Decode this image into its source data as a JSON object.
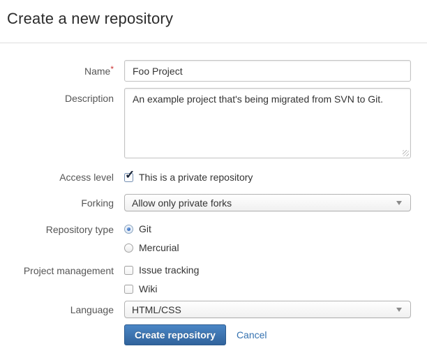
{
  "page": {
    "title": "Create a new repository"
  },
  "form": {
    "name": {
      "label": "Name",
      "required_mark": "*",
      "value": "Foo Project"
    },
    "description": {
      "label": "Description",
      "value": "An example project that's being migrated from SVN to Git."
    },
    "access_level": {
      "label": "Access level",
      "option_label": "This is a private repository",
      "checked": true
    },
    "forking": {
      "label": "Forking",
      "selected": "Allow only private forks"
    },
    "repository_type": {
      "label": "Repository type",
      "options": [
        {
          "label": "Git",
          "selected": true
        },
        {
          "label": "Mercurial",
          "selected": false
        }
      ]
    },
    "project_management": {
      "label": "Project management",
      "options": [
        {
          "label": "Issue tracking",
          "checked": false
        },
        {
          "label": "Wiki",
          "checked": false
        }
      ]
    },
    "language": {
      "label": "Language",
      "selected": "HTML/CSS"
    }
  },
  "actions": {
    "submit_label": "Create repository",
    "cancel_label": "Cancel"
  },
  "colors": {
    "accent": "#3572b0",
    "link": "#3572b0",
    "required": "#cc3333",
    "button_top": "#4a86c5",
    "button_bottom": "#31639c"
  }
}
